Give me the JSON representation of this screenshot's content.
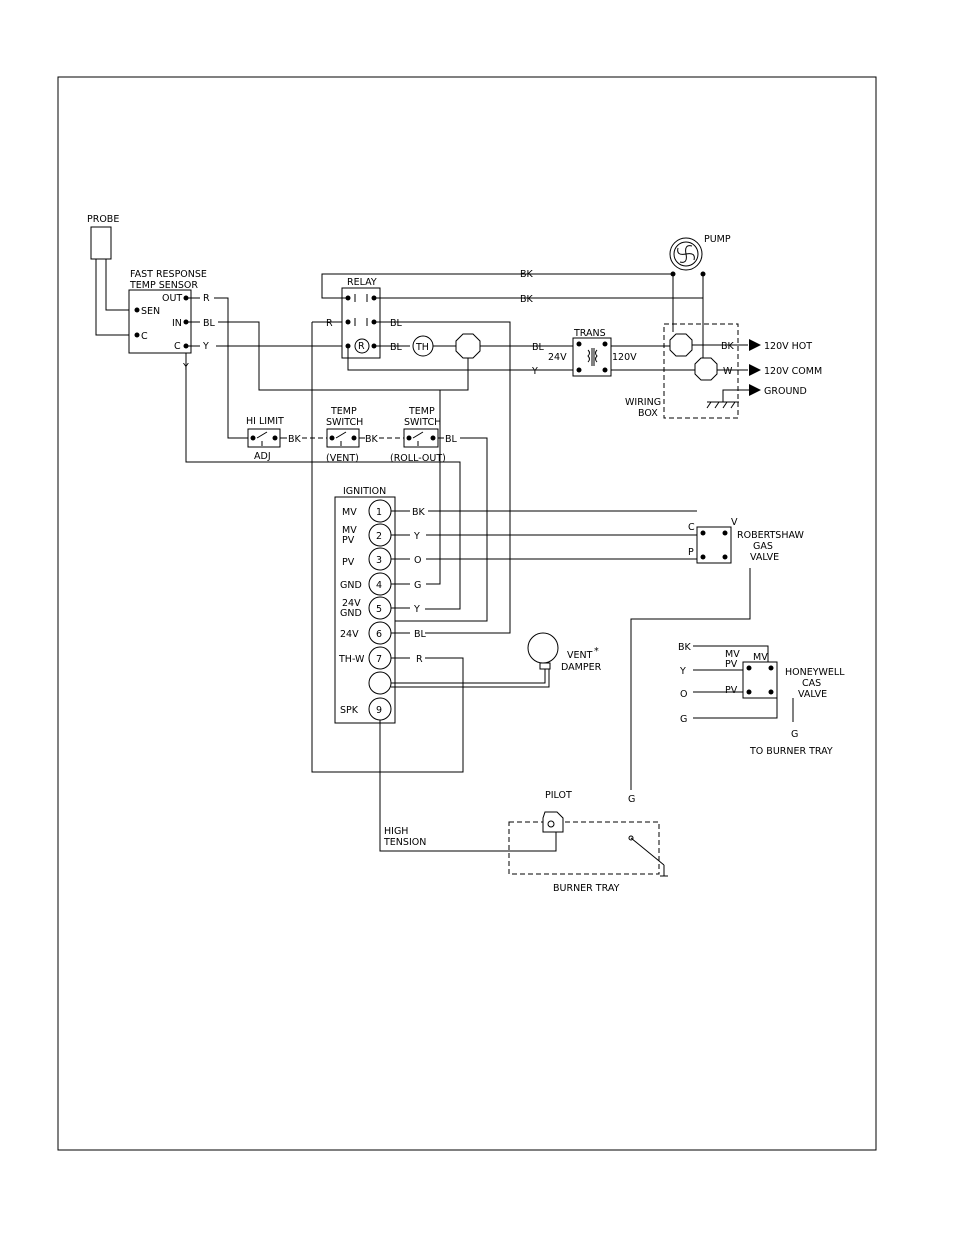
{
  "probe": "PROBE",
  "sensor": {
    "title1": "FAST RESPONSE",
    "title2": "TEMP SENSOR",
    "out": "OUT",
    "in": "IN",
    "c": "C",
    "sen": "SEN",
    "c2": "C"
  },
  "relay": {
    "title": "RELAY",
    "r_marker": "R"
  },
  "pump": "PUMP",
  "trans": {
    "title": "TRANS",
    "v24": "24V",
    "v120": "120V"
  },
  "wiring_box": {
    "line1": "WIRING",
    "line2": "BOX",
    "hot": "120V HOT",
    "comm": "120V COMM",
    "ground": "GROUND"
  },
  "hi_limit": {
    "title": "HI LIMIT",
    "sub": "ADJ"
  },
  "temp_switch_vent": {
    "line1": "TEMP",
    "line2": "SWITCH",
    "sub": "(VENT)"
  },
  "temp_switch_rollout": {
    "line1": "TEMP",
    "line2": "SWITCH",
    "sub": "(ROLL-OUT)"
  },
  "th": "TH",
  "ignition": {
    "title": "IGNITION",
    "terminals": [
      {
        "num": "1",
        "label": "MV",
        "label2": "",
        "wire": "BK"
      },
      {
        "num": "2",
        "label": "MV",
        "label2": "PV",
        "wire": "Y"
      },
      {
        "num": "3",
        "label": "PV",
        "label2": "",
        "wire": "O"
      },
      {
        "num": "4",
        "label": "GND",
        "label2": "",
        "wire": "G"
      },
      {
        "num": "5",
        "label": "24V",
        "label2": "GND",
        "wire": "Y"
      },
      {
        "num": "6",
        "label": "24V",
        "label2": "",
        "wire": "BL"
      },
      {
        "num": "7",
        "label": "TH-W",
        "label2": "",
        "wire": "R"
      },
      {
        "num": "",
        "label": "",
        "label2": "",
        "wire": ""
      },
      {
        "num": "9",
        "label": "SPK",
        "label2": "",
        "wire": ""
      }
    ]
  },
  "robertshaw": {
    "line1": "ROBERTSHAW",
    "line2": "GAS",
    "line3": "VALVE",
    "c": "C",
    "p": "P",
    "v": "V"
  },
  "vent_damper": {
    "line1": "VENT",
    "line2": "DAMPER",
    "mark": "*"
  },
  "honeywell": {
    "line1": "HONEYWELL",
    "line2": "CAS",
    "line3": "VALVE",
    "mv1": "MV",
    "pv1": "PV",
    "mv2": "MV",
    "pv2": "PV",
    "bk": "BK",
    "y": "Y",
    "o": "O",
    "g": "G",
    "g2": "G",
    "to_burner": "TO BURNER TRAY"
  },
  "pilot": "PILOT",
  "high_tension1": "HIGH",
  "high_tension2": "TENSION",
  "burner_tray": "BURNER TRAY",
  "g_label": "G",
  "wires": {
    "r": "R",
    "bl": "BL",
    "y": "Y",
    "bk": "BK",
    "w": "W"
  }
}
